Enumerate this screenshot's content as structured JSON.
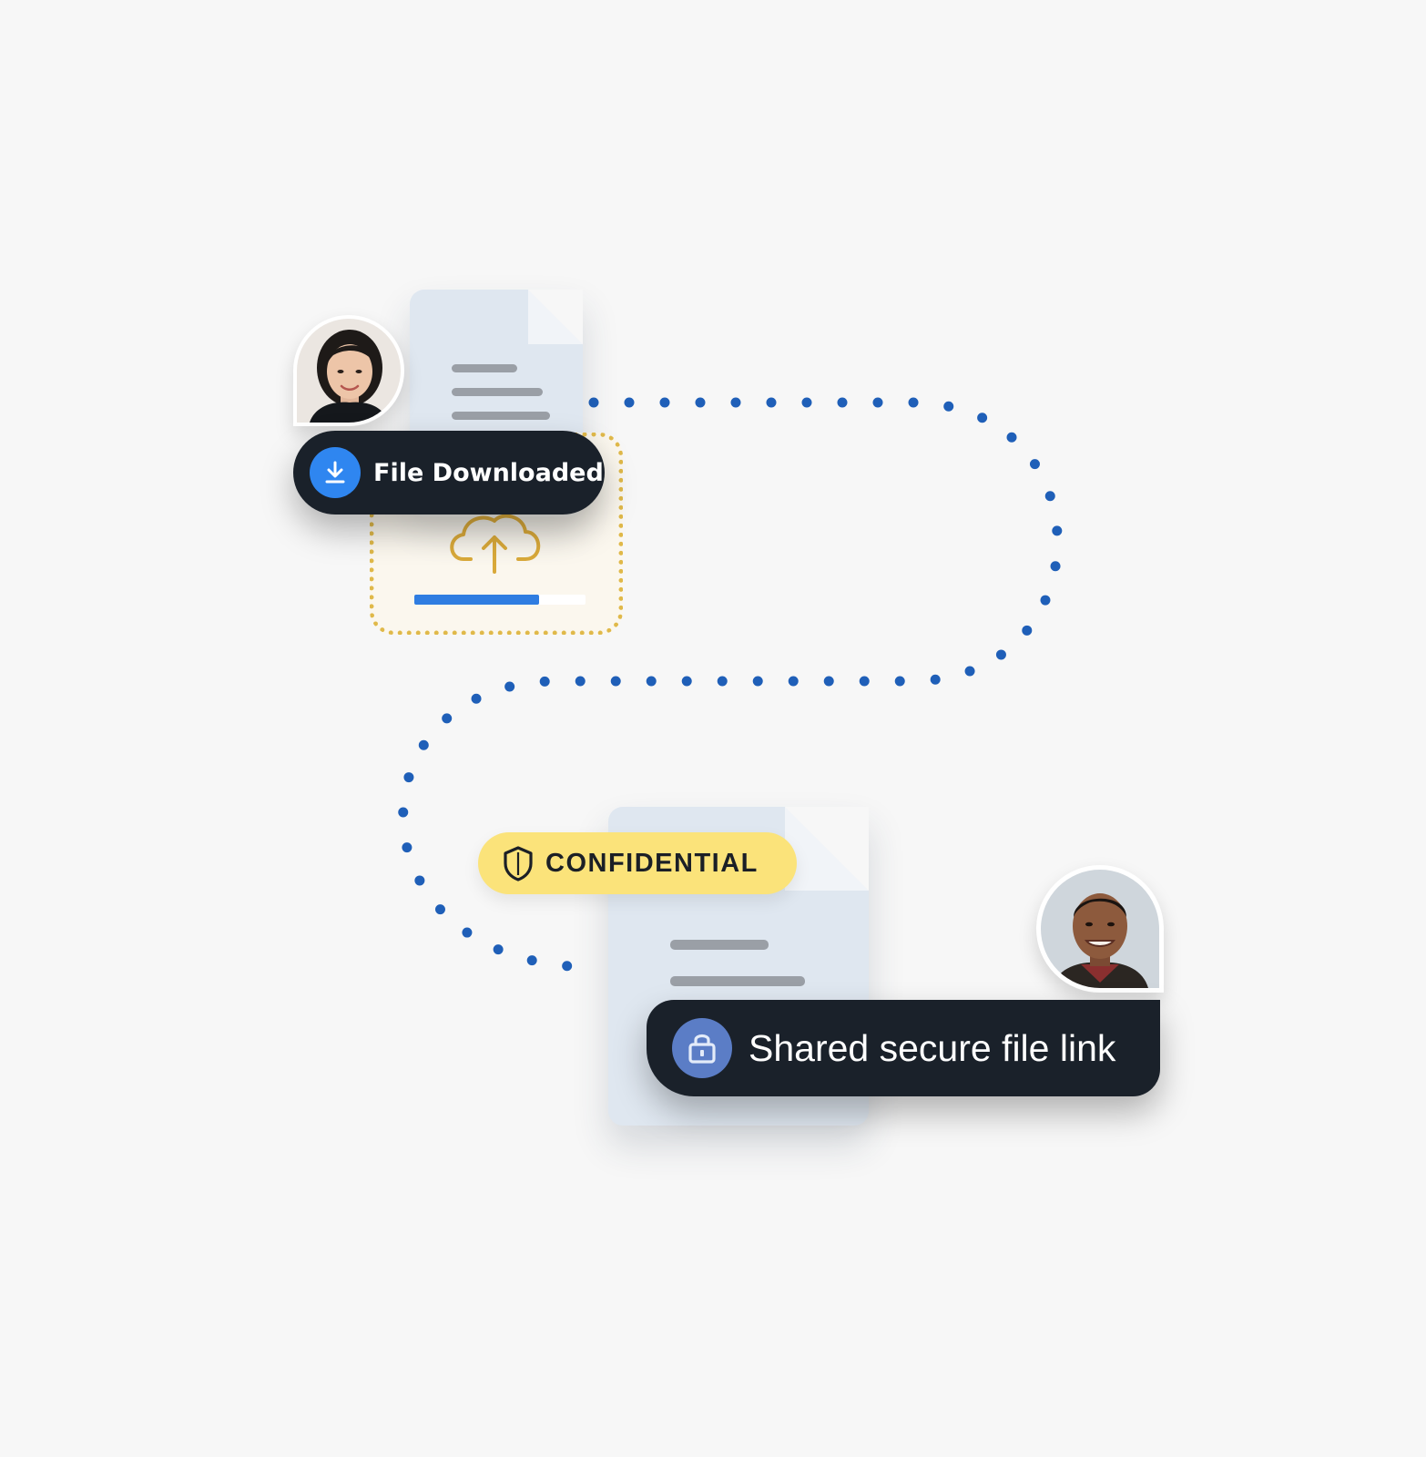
{
  "top_card": {
    "notification_label": "File Downloaded",
    "notification_icon": "download-icon",
    "upload_icon": "cloud-upload-icon",
    "upload_progress_fraction": 0.73,
    "user_avatar_description": "woman-avatar"
  },
  "bottom_card": {
    "badge_label": "CONFIDENTIAL",
    "badge_icon": "shield-icon",
    "notification_label": "Shared secure file link",
    "notification_icon": "lock-icon",
    "user_avatar_description": "man-avatar"
  },
  "colors": {
    "background": "#f7f7f7",
    "connector_dots": "#1f5fb8",
    "upload_border": "#e0b94a",
    "progress": "#2f7de1",
    "badge": "#fbe37a",
    "pill": "#1a212a"
  }
}
